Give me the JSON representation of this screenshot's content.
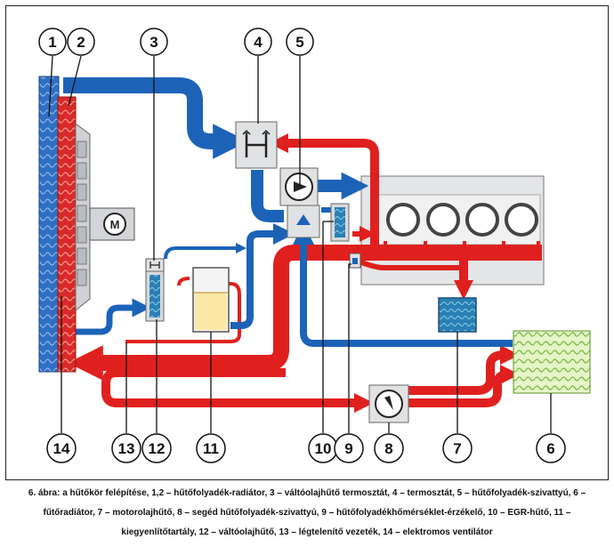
{
  "callouts": {
    "c1": "1",
    "c2": "2",
    "c3": "3",
    "c4": "4",
    "c5": "5",
    "c6": "6",
    "c7": "7",
    "c8": "8",
    "c9": "9",
    "c10": "10",
    "c11": "11",
    "c12": "12",
    "c13": "13",
    "c14": "14"
  },
  "motor_label": "M",
  "caption": "6. ábra: a hűtőkör felépítése, 1,2 – hűtőfolyadék-radiátor, 3 – váltóolajhűtő termosztát, 4 – termosztát, 5 – hűtőfolyadék-szivattyú, 6 – fűtőradiátor, 7 – motorolajhűtő, 8 – segéd hűtőfolyadék-szivattyú, 9 – hűtőfolyadékhőmérséklet-érzékelő, 10 – EGR-hűtő, 11 – kiegyenlítőtartály, 12 – váltóolajhűtő, 13 – légtelenítő vezeték, 14 – elektromos ventilátor",
  "colors": {
    "hot": "#e0201e",
    "cold": "#1c63b8",
    "housing": "#dfe0e2",
    "tank_fluid": "#fbe8a6"
  }
}
